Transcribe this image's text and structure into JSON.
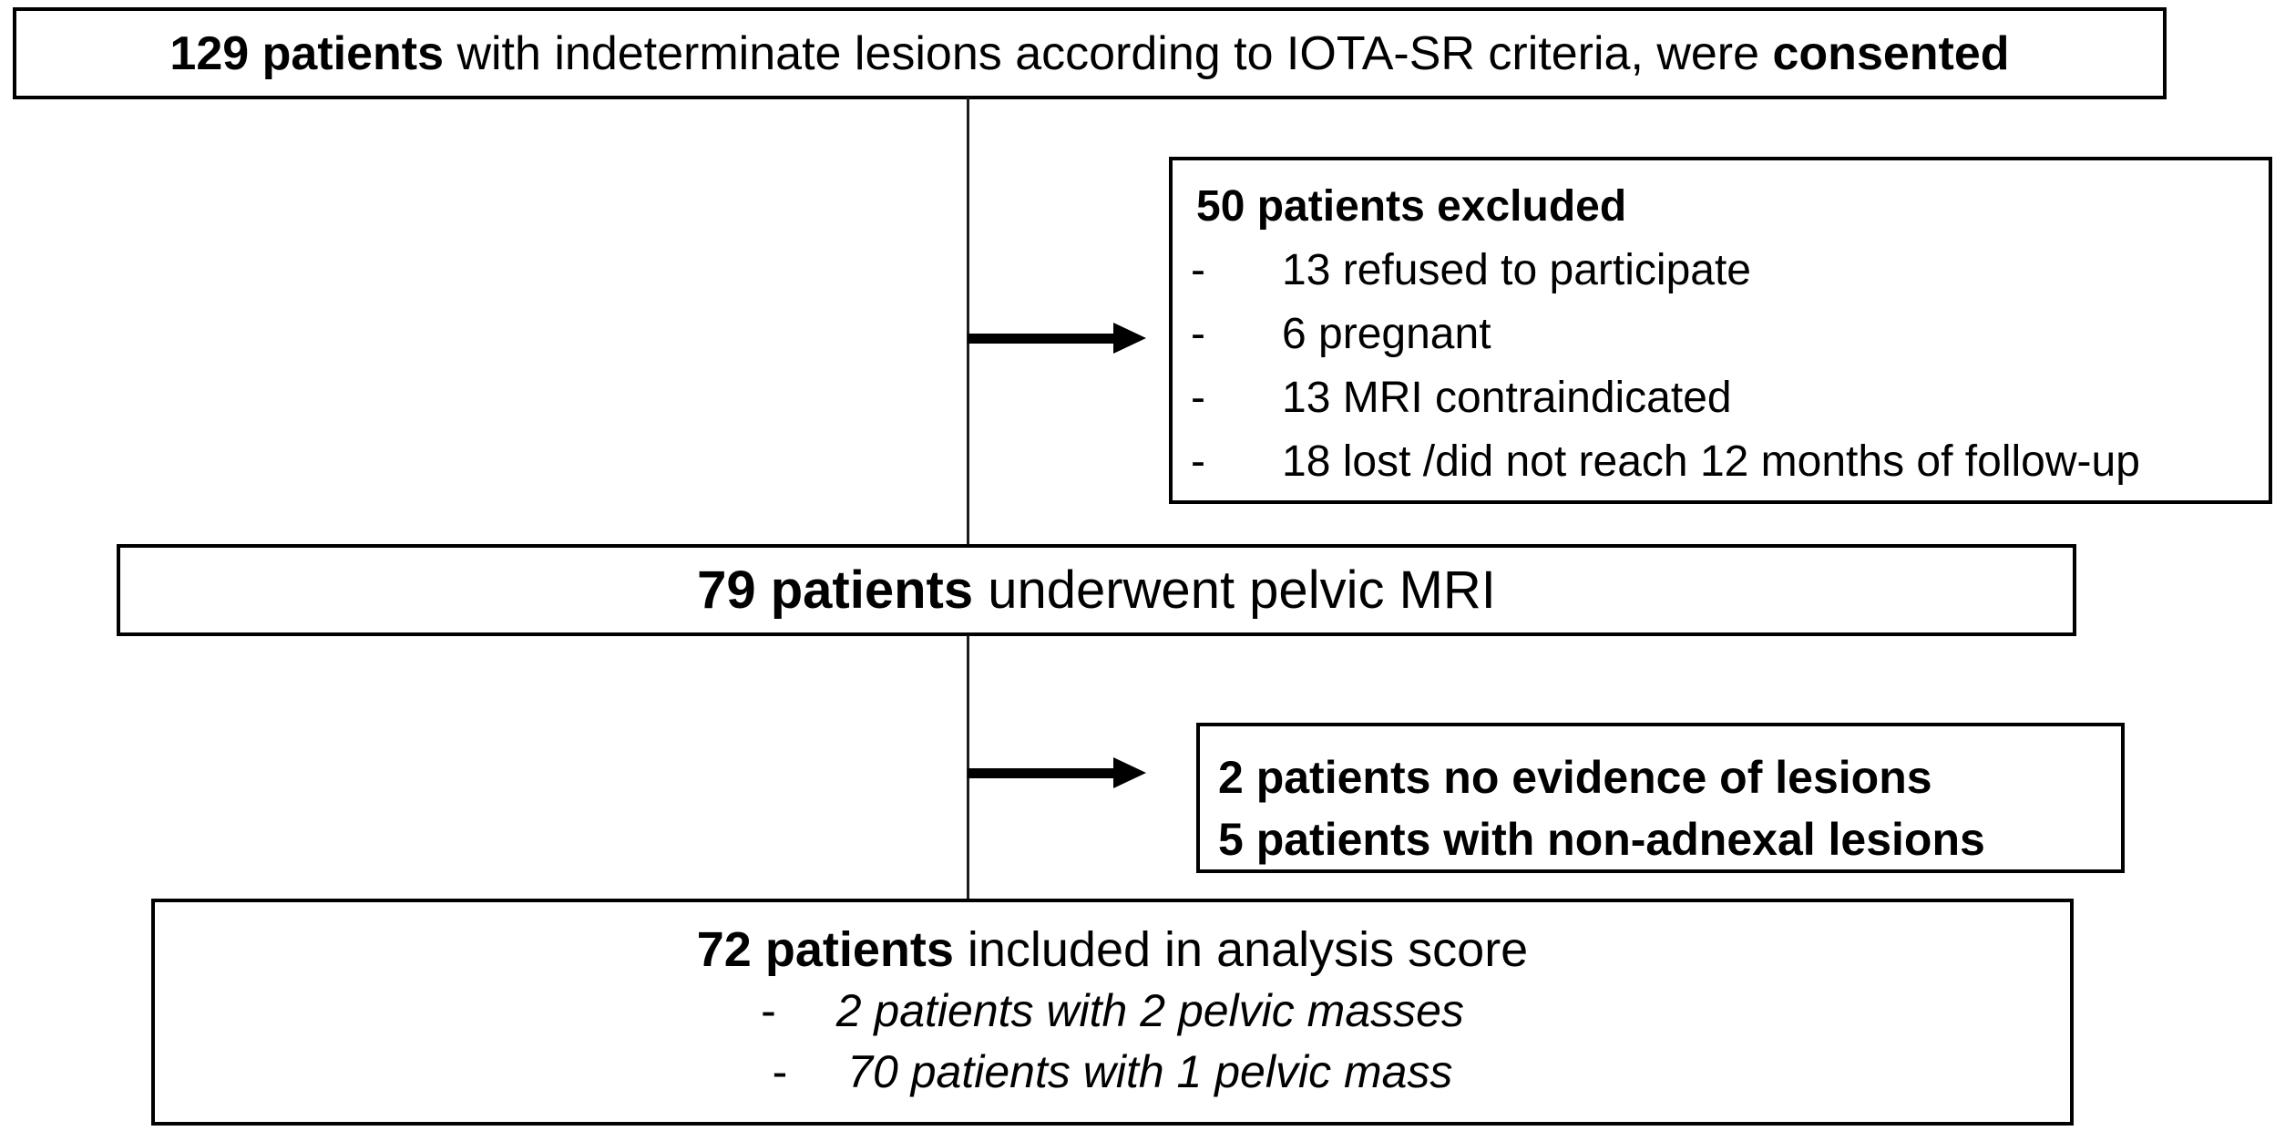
{
  "flowchart": {
    "consented_box": {
      "bold_prefix": "129 patients",
      "middle_text": " with indeterminate lesions according to IOTA-SR criteria, were ",
      "bold_suffix": "consented"
    },
    "excluded_box": {
      "header": "50 patients excluded",
      "bullet": "-",
      "items": [
        "13 refused to participate",
        "6 pregnant",
        "13 MRI contraindicated",
        "18 lost /did not reach 12 months of follow-up"
      ]
    },
    "mri_box": {
      "bold_prefix": "79 patients",
      "text": " underwent pelvic MRI"
    },
    "non_adnexal_box": {
      "lines": [
        "2 patients no evidence of lesions",
        "5 patients with non-adnexal lesions"
      ]
    },
    "analysis_box": {
      "bold_prefix": "72 patients",
      "text": " included in analysis score",
      "bullet": "-",
      "items": [
        "2 patients with 2 pelvic masses",
        "70 patients with 1 pelvic mass"
      ]
    }
  },
  "colors": {
    "background": "#ffffff",
    "text": "#000000",
    "border": "#000000",
    "connector_line": "#1c1c1c"
  }
}
